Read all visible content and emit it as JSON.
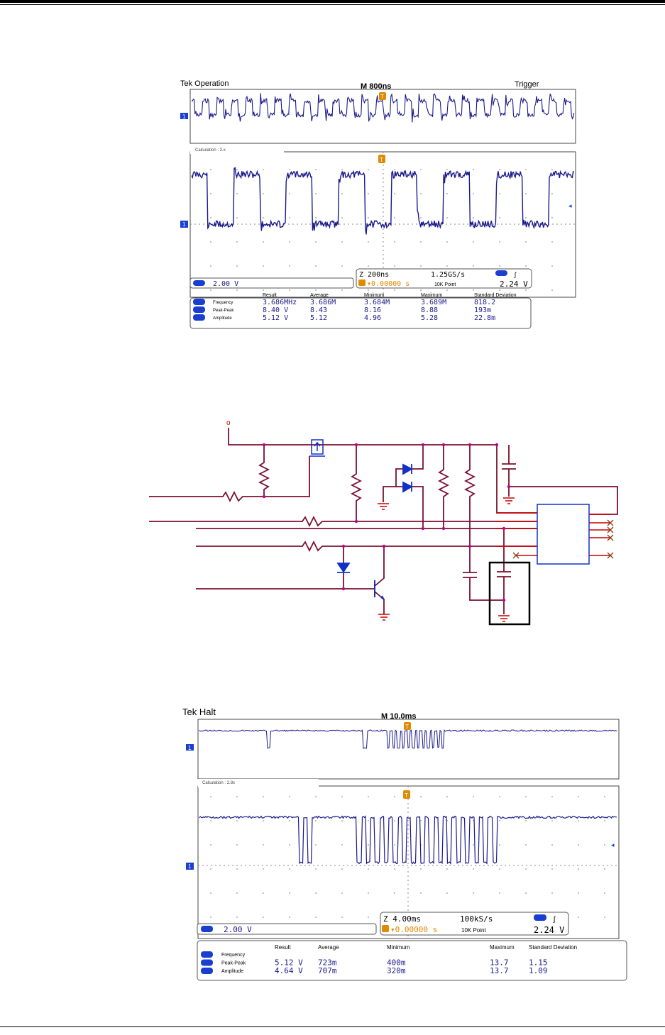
{
  "colors": {
    "trace": "#1a1a8c",
    "trigger": "#e08a00",
    "wire": "#7a1030",
    "node": "#c0008a",
    "pin": "#cc0000",
    "diode": "#1030c8"
  },
  "scope1": {
    "header_left": "Tek Operation",
    "header_center": "M 800ns",
    "header_right": "Trigger",
    "zoom_label": "Calculation : 2.x",
    "channel_marker": "1",
    "trigger_marker": "T",
    "ch_scale": "2.00 V",
    "timebase": "Z 200ns",
    "sample_rate": "1.25GS/s",
    "trig_pos": "▾0.00000 s",
    "record": "10K Point",
    "trig_level": "2.24 V",
    "meas_headers": [
      "Result",
      "Average",
      "Minimum",
      "Maximum",
      "Standard Deviation"
    ],
    "meas_rows": [
      {
        "name": "Frequency",
        "values": [
          "3.686MHz",
          "3.686M",
          "3.684M",
          "3.689M",
          "818.2"
        ]
      },
      {
        "name": "Peak-Peak",
        "values": [
          "8.40 V",
          "8.43",
          "8.16",
          "8.88",
          "193m"
        ]
      },
      {
        "name": "Amplitude",
        "values": [
          "5.12 V",
          "5.12",
          "4.96",
          "5.28",
          "22.8m"
        ]
      }
    ]
  },
  "scope2": {
    "header_left": "Tek  Halt",
    "header_center": "M 10.0ms",
    "zoom_label": "Calculation : 2.8x",
    "channel_marker": "1",
    "trigger_marker": "T",
    "ch_scale": "2.00 V",
    "timebase": "Z 4.00ms",
    "sample_rate": "100kS/s",
    "trig_pos": "▾0.00000 s",
    "record": "10K Point",
    "trig_level": "2.24 V",
    "meas_headers": [
      "Result",
      "Average",
      "Minimum",
      "Maximum",
      "Standard Deviation"
    ],
    "meas_rows": [
      {
        "name": "Frequency",
        "values": [
          "",
          "",
          "",
          "",
          ""
        ]
      },
      {
        "name": "Peak-Peak",
        "values": [
          "5.12 V",
          "723m",
          "400m",
          "13.7",
          "1.15"
        ]
      },
      {
        "name": "Amplitude",
        "values": [
          "4.64 V",
          "707m",
          "320m",
          "13.7",
          "1.09"
        ]
      }
    ]
  },
  "schematic": {
    "supply_label": "o"
  }
}
